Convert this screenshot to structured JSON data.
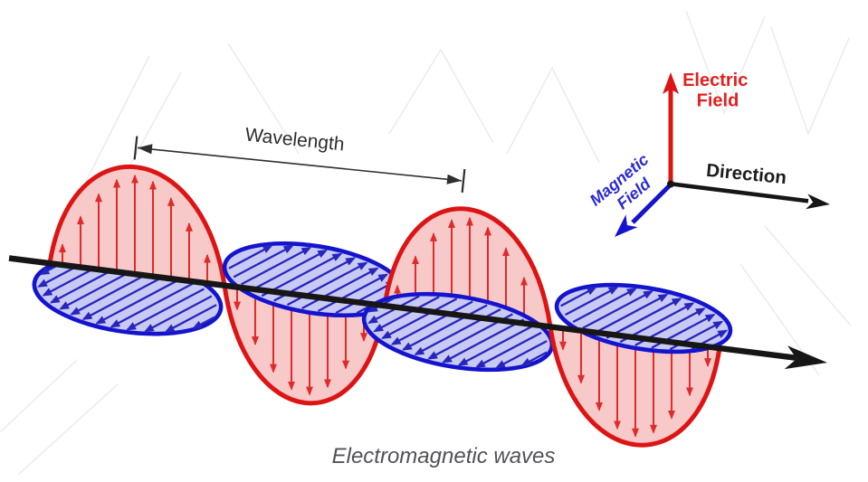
{
  "caption": "Electromagnetic waves",
  "labels": {
    "wavelength": "Wavelength",
    "direction": "Direction",
    "electric_field": {
      "line1": "Electric",
      "line2": "Field"
    },
    "magnetic_field": {
      "line1": "Magnetic",
      "line2": "Field"
    }
  },
  "colors": {
    "background": "#ffffff",
    "electric": "#dd1414",
    "electric_fill": "#f8c9c9",
    "electric_arrow": "#df2b2b",
    "electric_text": "#e41f1f",
    "magnetic": "#1414cf",
    "magnetic_fill": "#c9caf3",
    "magnetic_arrow": "#2626bd",
    "magnetic_text": "#2a2ad2",
    "axis": "#161616",
    "direction_text": "#1d1d1d",
    "dimension": "#2e2e2e",
    "label": "#2e2e2e",
    "caption_text": "#515158",
    "watermark": "#ebebef"
  }
}
